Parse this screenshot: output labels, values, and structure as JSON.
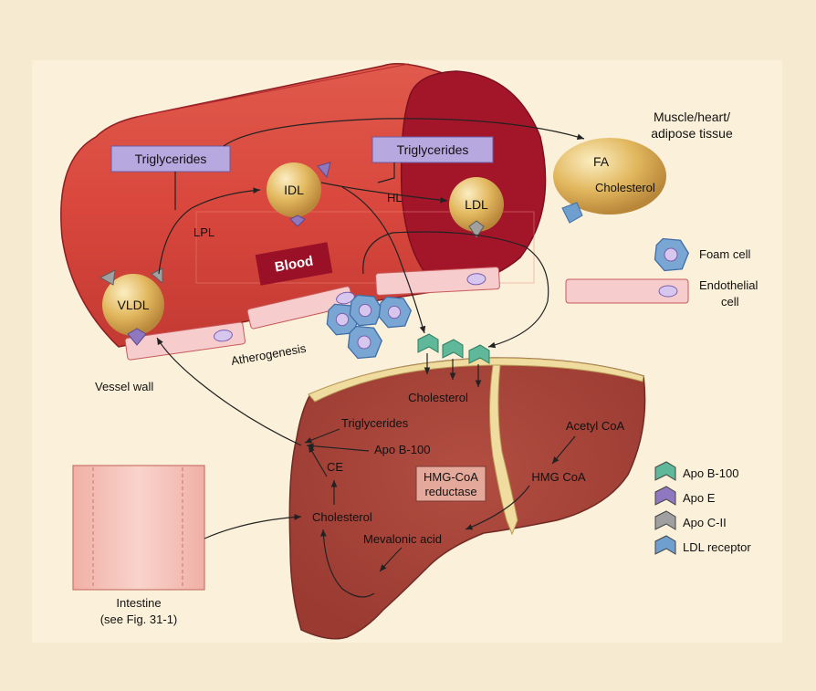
{
  "labels": {
    "triglycerides_left": "Triglycerides",
    "triglycerides_right": "Triglycerides",
    "idl": "IDL",
    "ldl": "LDL",
    "vldl": "VLDL",
    "hl": "HL",
    "lpl": "LPL",
    "blood": "Blood",
    "atherogenesis": "Atherogenesis",
    "vessel_wall": "Vessel wall",
    "tissue_line1": "Muscle/heart/",
    "tissue_line2": "adipose tissue",
    "fa": "FA",
    "tissue_cholesterol": "Cholesterol",
    "foam_cell": "Foam cell",
    "endothelial_line1": "Endothelial",
    "endothelial_line2": "cell",
    "liver_cholesterol_top": "Cholesterol",
    "liver_triglycerides": "Triglycerides",
    "liver_apob100": "Apo B-100",
    "ce": "CE",
    "liver_cholesterol": "Cholesterol",
    "mevalonic": "Mevalonic acid",
    "acetyl_coa": "Acetyl CoA",
    "hmg_coa": "HMG CoA",
    "hmg_reductase_line1": "HMG-CoA",
    "hmg_reductase_line2": "reductase",
    "intestine_line1": "Intestine",
    "intestine_line2": "(see Fig. 31-1)"
  },
  "legend": [
    {
      "label": "Apo B-100",
      "color": "#5fb89a",
      "icon": "apo-b100-icon"
    },
    {
      "label": "Apo E",
      "color": "#8f78c0",
      "icon": "apo-e-icon"
    },
    {
      "label": "Apo C-II",
      "color": "#a0a0a0",
      "icon": "apo-cii-icon"
    },
    {
      "label": "LDL receptor",
      "color": "#6e9fcf",
      "icon": "ldl-receptor-icon"
    }
  ],
  "colors": {
    "background": "#f6ead0",
    "vessel": "#d8463e",
    "vessel_dark": "#a51e2b",
    "liver": "#a8473b",
    "lipoprotein": "#dcb25c",
    "box": "#b8a8e0",
    "endothelium": "#f6cccc"
  }
}
